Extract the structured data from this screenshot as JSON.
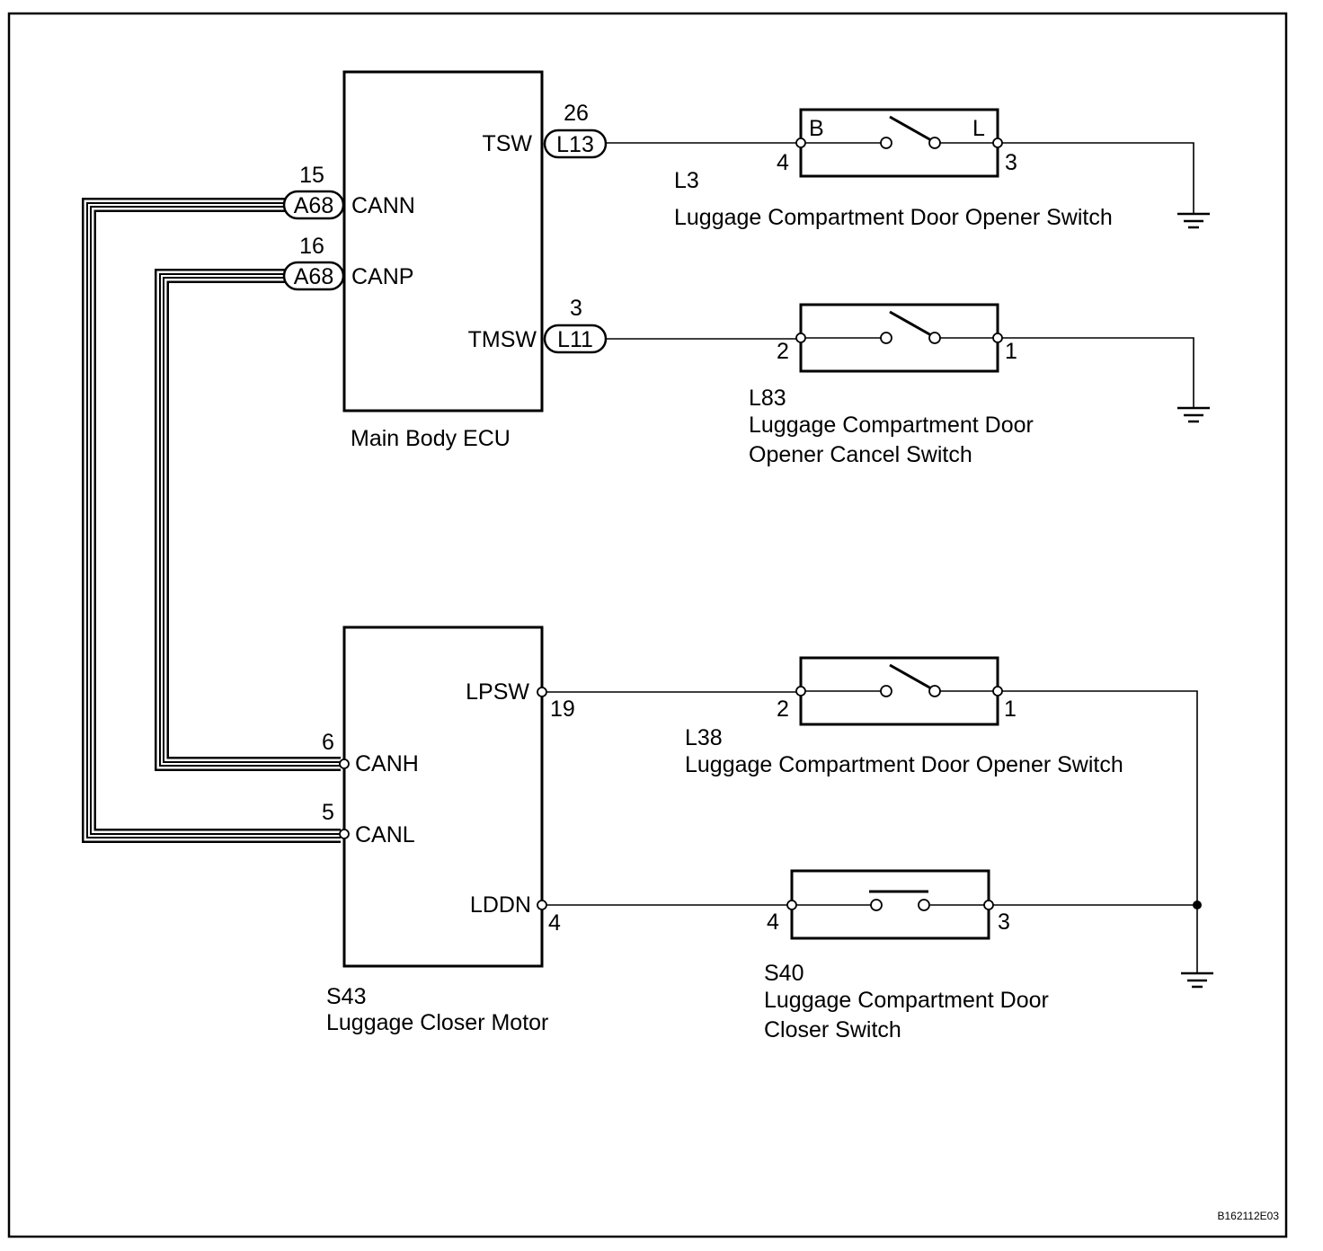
{
  "figure_id": "B162112E03",
  "ecu": {
    "name": "Main Body ECU",
    "pins": {
      "tsw": {
        "signal": "TSW",
        "pin": "26",
        "connector": "L13"
      },
      "cann": {
        "signal": "CANN",
        "pin": "15",
        "connector": "A68"
      },
      "canp": {
        "signal": "CANP",
        "pin": "16",
        "connector": "A68"
      },
      "tmsw": {
        "signal": "TMSW",
        "pin": "3",
        "connector": "L11"
      }
    }
  },
  "motor": {
    "code": "S43",
    "name": "Luggage Closer Motor",
    "pins": {
      "lpsw": {
        "signal": "LPSW",
        "pin": "19"
      },
      "canh": {
        "signal": "CANH",
        "pin": "6"
      },
      "canl": {
        "signal": "CANL",
        "pin": "5"
      },
      "lddn": {
        "signal": "LDDN",
        "pin": "4"
      }
    }
  },
  "switches": {
    "l3": {
      "code": "L3",
      "name": "Luggage Compartment Door Opener Switch",
      "left_pin": "4",
      "right_pin": "3",
      "left_label": "B",
      "right_label": "L"
    },
    "l83": {
      "code": "L83",
      "name_line1": "Luggage Compartment Door",
      "name_line2": "Opener Cancel Switch",
      "left_pin": "2",
      "right_pin": "1"
    },
    "l38": {
      "code": "L38",
      "name": "Luggage Compartment Door Opener Switch",
      "left_pin": "2",
      "right_pin": "1"
    },
    "s40": {
      "code": "S40",
      "name_line1": "Luggage Compartment Door",
      "name_line2": "Closer Switch",
      "left_pin": "4",
      "right_pin": "3"
    }
  }
}
